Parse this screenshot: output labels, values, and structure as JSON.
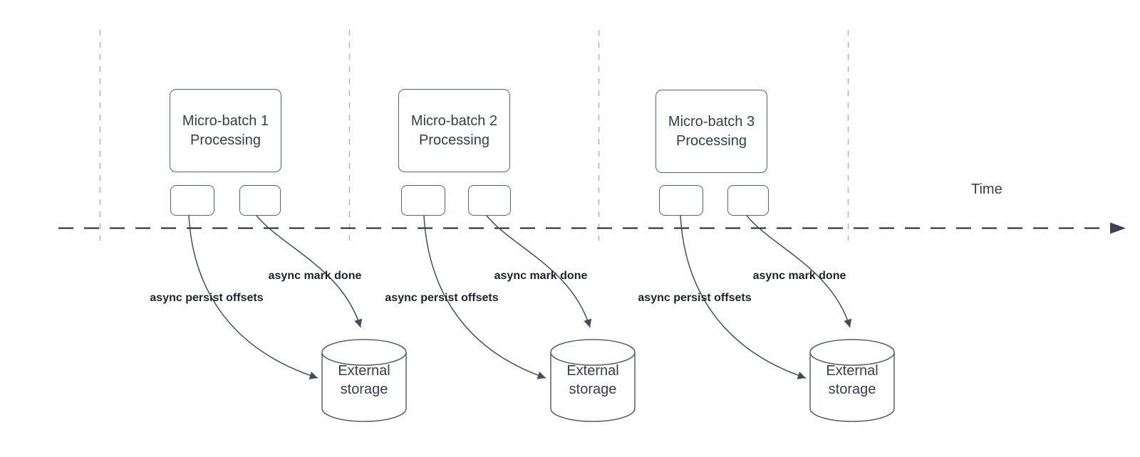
{
  "timeline": {
    "label": "Time"
  },
  "groups": [
    {
      "box": {
        "line1": "Micro-batch 1",
        "line2": "Processing"
      },
      "persist_arrow_label": "async persist offsets",
      "done_arrow_label": "async mark done",
      "storage": {
        "line1": "External",
        "line2": "storage"
      }
    },
    {
      "box": {
        "line1": "Micro-batch 2",
        "line2": "Processing"
      },
      "persist_arrow_label": "async persist offsets",
      "done_arrow_label": "async mark done",
      "storage": {
        "line1": "External",
        "line2": "storage"
      }
    },
    {
      "box": {
        "line1": "Micro-batch 3",
        "line2": "Processing"
      },
      "persist_arrow_label": "async persist offsets",
      "done_arrow_label": "async mark done",
      "storage": {
        "line1": "External",
        "line2": "storage"
      }
    }
  ],
  "colors": {
    "background": "#ffffff",
    "box_border": "#5a616b",
    "box_text": "#363d49",
    "arrow_label_text": "#1e232d",
    "guide_line": "#b0b3b8",
    "time_axis": "#222222",
    "axis_arrowhead": "#3b4252",
    "curve": "#454c57"
  }
}
